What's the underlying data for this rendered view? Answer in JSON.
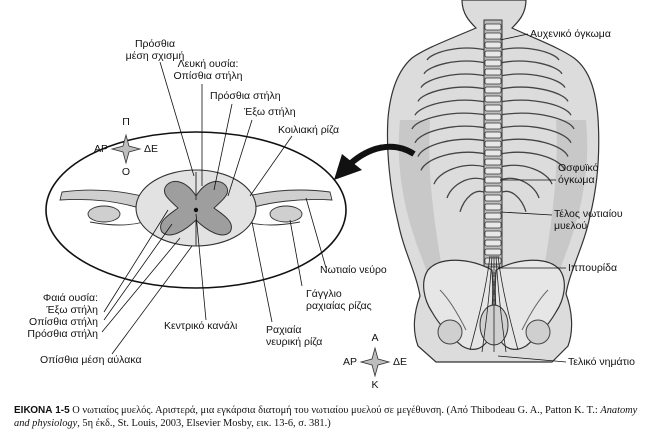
{
  "labels": {
    "anterior_median_fissure": [
      "Πρόσθια",
      "μέση σχισμή"
    ],
    "white_matter_posterior": [
      "Λευκή ουσία:",
      "Οπίσθια στήλη"
    ],
    "anterior_column": "Πρόσθια στήλη",
    "lateral_column": "Έξω στήλη",
    "ventral_root": "Κοιλιακή ρίζα",
    "spinal_nerve": "Νωτιαίο νεύρο",
    "ganglion": [
      "Γάγγλιο",
      "ραχιαίας ρίζας"
    ],
    "dorsal_root": [
      "Ραχιαία",
      "νευρική ρίζα"
    ],
    "central_canal": "Κεντρικό κανάλι",
    "gray_matter": [
      "Φαιά ουσία:",
      "Έξω στήλη",
      "Οπίσθια στήλη",
      "Πρόσθια στήλη"
    ],
    "posterior_median_sulcus": "Οπίσθια μέση αύλακα",
    "cervical_enlargement": "Αυχενικό όγκωμα",
    "lumbar_enlargement": [
      "Οσφυϊκό",
      "όγκωμα"
    ],
    "end_of_cord": [
      "Τέλος νωτιαίου",
      "μυελού"
    ],
    "cauda_equina": "Ιππουρίδα",
    "filum_terminale": "Τελικό νημάτιο"
  },
  "compass_cross_section": {
    "top": "Π",
    "bottom": "Ο",
    "left": "ΑΡ",
    "right": "ΔΕ"
  },
  "compass_body": {
    "top": "Α",
    "bottom": "Κ",
    "left": "ΑΡ",
    "right": "ΔΕ"
  },
  "caption": {
    "head": "ΕΙΚΟΝΑ 1-5",
    "body": " Ο νωτιαίος μυελός. Αριστερά, μια εγκάρσια διατομή του νωτιαίου μυελού σε μεγέθυνση. (Από Thibodeau G. A., Patton K. T.: ",
    "book": "Anatomy and physiology",
    "tail": ", 5η έκδ., St. Louis, 2003, Elsevier Mosby, εικ. 13-6, σ. 381.)"
  }
}
